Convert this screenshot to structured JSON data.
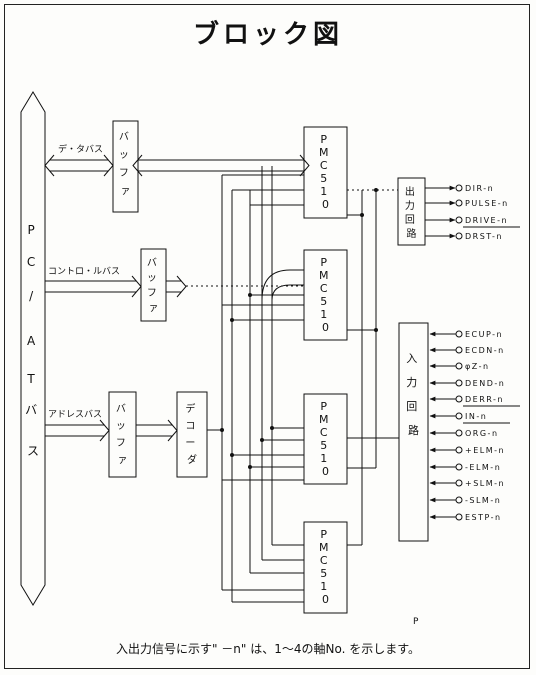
{
  "title": "ブロック図",
  "bus": {
    "label": [
      "P",
      "C",
      "/",
      "A",
      "T",
      "バ",
      "ス"
    ]
  },
  "bus_lines": {
    "data": "デ・タバス",
    "control": "コントロ・ルバス",
    "address": "アドレスバス"
  },
  "buffers": [
    {
      "label": [
        "バ",
        "ッ",
        "フ",
        "ァ"
      ]
    },
    {
      "label": [
        "バ",
        "ッ",
        "フ",
        "ァ"
      ]
    },
    {
      "label": [
        "バ",
        "ッ",
        "フ",
        "ァ"
      ]
    }
  ],
  "decoder": {
    "label": [
      "デ",
      "コ",
      "ー",
      "ダ"
    ]
  },
  "pmc_chips": [
    {
      "label": [
        "P",
        "M",
        "C",
        "5",
        "1",
        "0"
      ]
    },
    {
      "label": [
        "P",
        "M",
        "C",
        "5",
        "1",
        "0"
      ]
    },
    {
      "label": [
        "P",
        "M",
        "C",
        "5",
        "1",
        "0"
      ]
    },
    {
      "label": [
        "P",
        "M",
        "C",
        "5",
        "1",
        "0"
      ]
    }
  ],
  "output_circuit": {
    "label": [
      "出",
      "力",
      "回",
      "路"
    ]
  },
  "input_circuit": {
    "label": [
      "入",
      "力",
      "回",
      "路"
    ]
  },
  "output_signals": [
    "DIR-n",
    "PULSE-n",
    "DRIVE-n",
    "DRST-n"
  ],
  "input_signals": [
    "ECUP-n",
    "ECDN-n",
    "φZ-n",
    "DEND-n",
    "DERR-n",
    "IN-n",
    "ORG-n",
    "+ELM-n",
    "-ELM-n",
    "+SLM-n",
    "-SLM-n",
    "ESTP-n"
  ],
  "stray_mark": "P",
  "footnote": "入出力信号に示す\" －n\" は、1～4の軸No. を示します。"
}
